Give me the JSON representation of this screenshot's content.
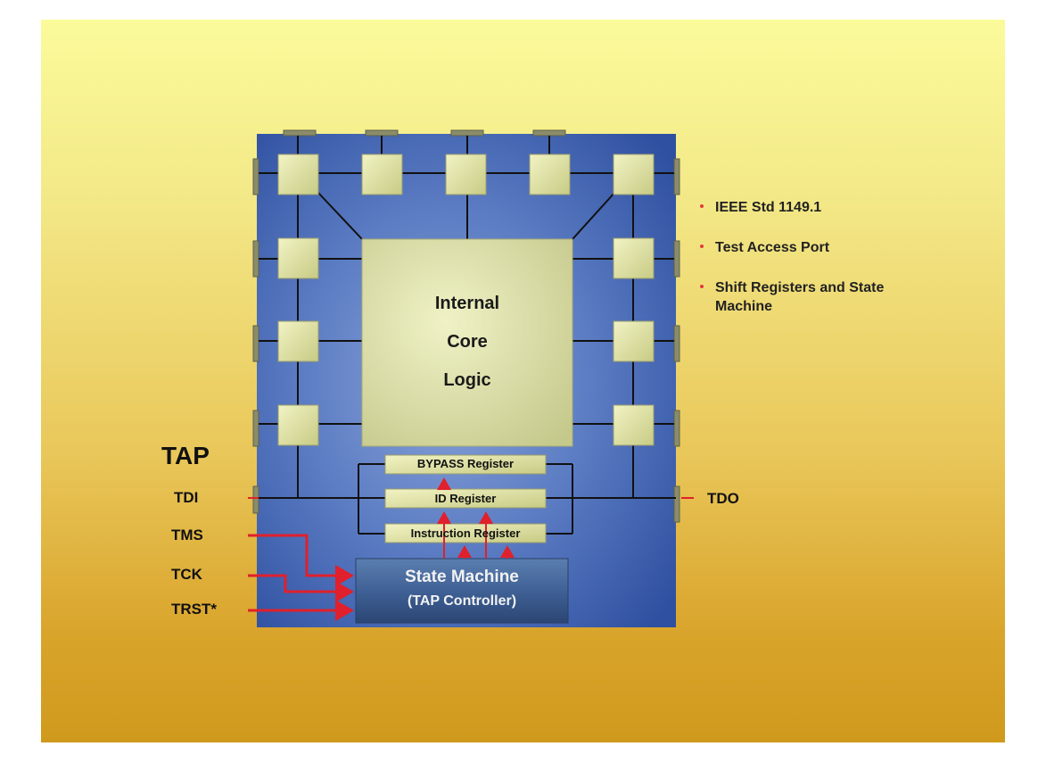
{
  "tap": {
    "title": "TAP",
    "pins": {
      "tdi": "TDI",
      "tms": "TMS",
      "tck": "TCK",
      "trst": "TRST*",
      "tdo": "TDO"
    }
  },
  "core": {
    "line1": "Internal",
    "line2": "Core",
    "line3": "Logic"
  },
  "registers": {
    "bypass": "BYPASS Register",
    "id": "ID Register",
    "instruction": "Instruction Register"
  },
  "state_machine": {
    "line1": "State Machine",
    "line2": "(TAP Controller)"
  },
  "bullets": [
    "IEEE Std 1149.1",
    "Test Access Port",
    "Shift Registers and State Machine"
  ],
  "colors": {
    "chip_blue": "#3a5fae",
    "cell_green": "#dcdf9f",
    "signal_red": "#e0202c",
    "state_machine_blue": "#3f5f92"
  }
}
